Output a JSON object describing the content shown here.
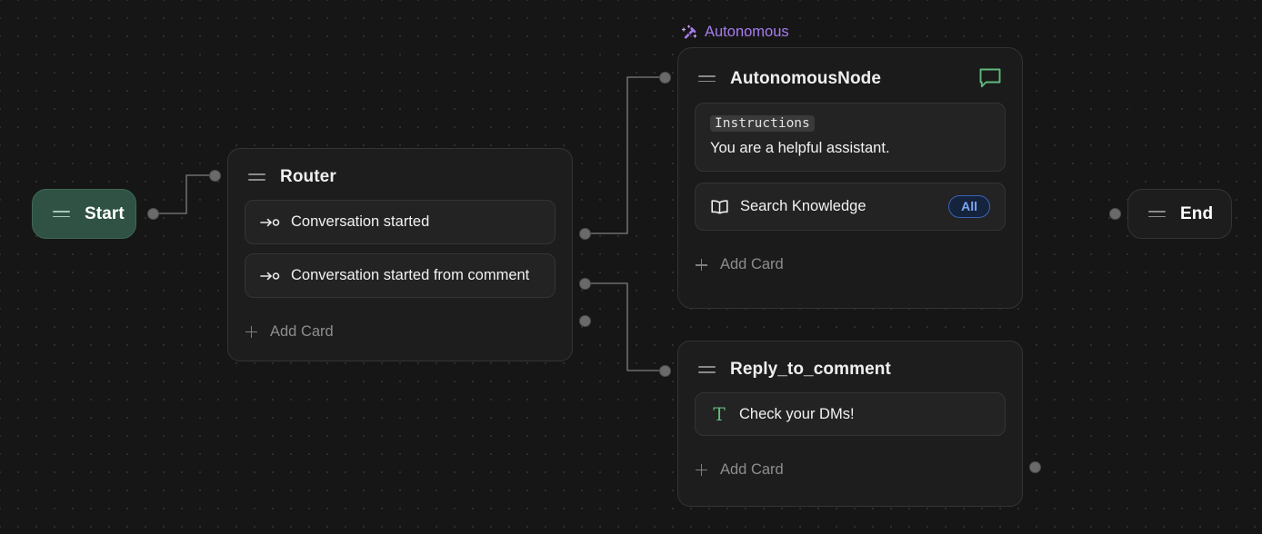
{
  "canvas": {
    "background_color": "#161616",
    "grid_dot_color": "#2e2e2e",
    "edge_color": "#6d6d6d"
  },
  "nodes": {
    "start": {
      "label": "Start",
      "accent_color": "#2f5244",
      "handle_icon": "drag-handle-icon"
    },
    "end": {
      "label": "End",
      "handle_icon": "drag-handle-icon"
    },
    "router": {
      "title": "Router",
      "handle_icon": "drag-handle-icon",
      "items": [
        {
          "icon": "route-arrow-icon",
          "label": "Conversation started"
        },
        {
          "icon": "route-arrow-icon",
          "label": "Conversation started from comment"
        }
      ],
      "add_card_label": "Add Card",
      "add_card_icon": "plus-icon"
    },
    "autonomous_group": {
      "label": "Autonomous",
      "icon": "magic-wand-icon",
      "accent_color": "#a77cf0"
    },
    "autonomous": {
      "title": "AutonomousNode",
      "handle_icon": "drag-handle-icon",
      "header_icon": "speech-bubble-icon",
      "header_icon_color": "#5fb87c",
      "instructions": {
        "tag": "Instructions",
        "text": "You are a helpful assistant."
      },
      "tools": [
        {
          "icon": "book-icon",
          "label": "Search Knowledge",
          "badge": "All",
          "badge_color": "#7aa7f5"
        }
      ],
      "add_card_label": "Add Card",
      "add_card_icon": "plus-icon"
    },
    "reply": {
      "title": "Reply_to_comment",
      "handle_icon": "drag-handle-icon",
      "items": [
        {
          "icon": "text-t-icon",
          "label": "Check your DMs!",
          "icon_color": "#5fb87c"
        }
      ],
      "add_card_label": "Add Card",
      "add_card_icon": "plus-icon"
    }
  }
}
